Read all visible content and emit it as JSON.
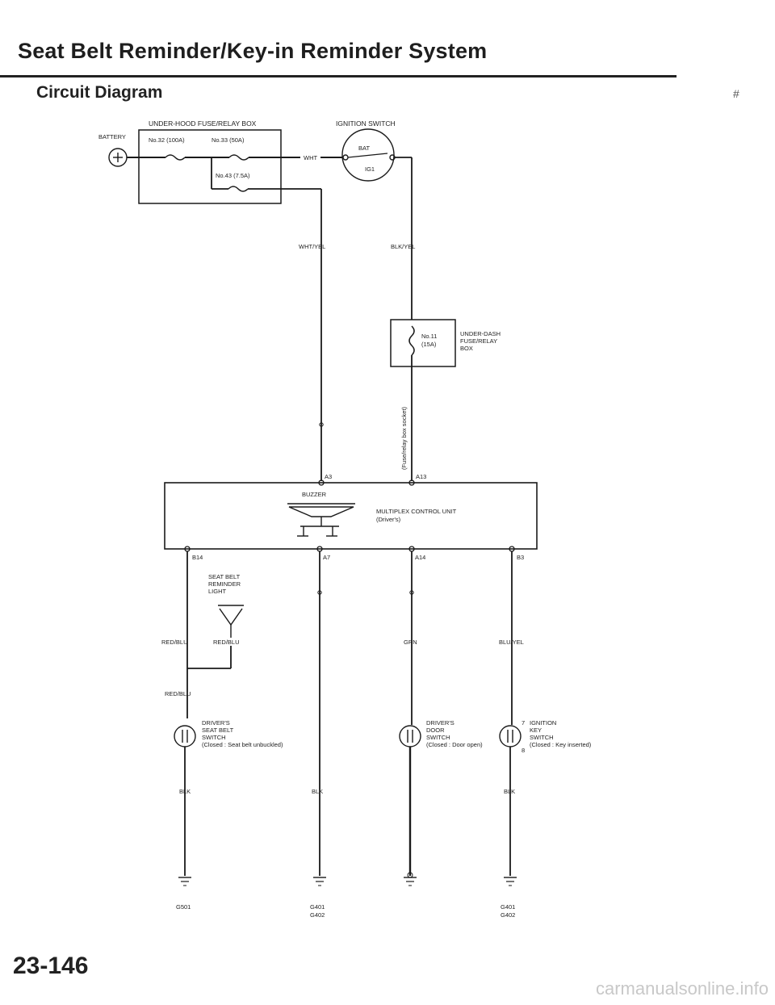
{
  "page": {
    "title": "Seat Belt Reminder/Key-in Reminder System",
    "section": "Circuit Diagram",
    "page_number": "23-146",
    "watermark": "carmanualsonline.info",
    "stray_mark": "#"
  },
  "diagram": {
    "battery": "BATTERY",
    "underhood_box": "UNDER-HOOD FUSE/RELAY BOX",
    "fuse_no32": "No.32 (100A)",
    "fuse_no33": "No.33 (50A)",
    "fuse_no43": "No.43 (7.5A)",
    "ignition_switch": "IGNITION SWITCH",
    "bat": "BAT",
    "ig1": "IG1",
    "wire_wht": "WHT",
    "wire_wht_yel": "WHT/YEL",
    "wire_blk_yel": "BLK/YEL",
    "fuse_no11_a": "No.11",
    "fuse_no11_b": "(15A)",
    "underdash_box_1": "UNDER-DASH",
    "underdash_box_2": "FUSE/RELAY",
    "underdash_box_3": "BOX",
    "fuse_socket_note": "(Fuse/relay box socket)",
    "pin_a3": "A3",
    "pin_a13": "A13",
    "buzzer": "BUZZER",
    "mcu_1": "MULTIPLEX CONTROL UNIT",
    "mcu_2": "(Driver's)",
    "pin_b14": "B14",
    "pin_a7": "A7",
    "pin_a14": "A14",
    "pin_b3": "B3",
    "light_1": "SEAT BELT",
    "light_2": "REMINDER",
    "light_3": "LIGHT",
    "wire_red_blu_a": "RED/BLU",
    "wire_red_blu_b": "RED/BLU",
    "wire_red_blu_c": "RED/BLU",
    "wire_grn": "GRN",
    "wire_blu_yel": "BLU/YEL",
    "sb_switch_1": "DRIVER'S",
    "sb_switch_2": "SEAT BELT",
    "sb_switch_3": "SWITCH",
    "sb_switch_4": "(Closed : Seat belt unbuckled)",
    "door_switch_1": "DRIVER'S",
    "door_switch_2": "DOOR",
    "door_switch_3": "SWITCH",
    "door_switch_4": "(Closed : Door open)",
    "key_switch_1": "IGNITION",
    "key_switch_2": "KEY",
    "key_switch_3": "SWITCH",
    "key_switch_4": "(Closed : Key inserted)",
    "key_pin_7": "7",
    "key_pin_8": "8",
    "wire_blk_1": "BLK",
    "wire_blk_2": "BLK",
    "wire_blk_3": "BLK",
    "ground_g501": "G501",
    "ground_g401_a": "G401",
    "ground_g402_a": "G402",
    "ground_g401_b": "G401",
    "ground_g402_b": "G402"
  }
}
